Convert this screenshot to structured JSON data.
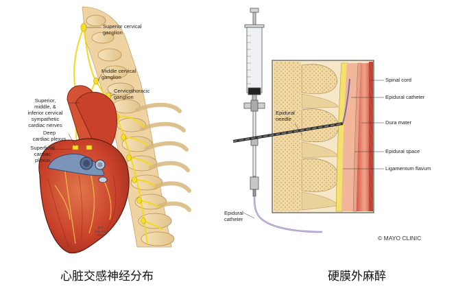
{
  "left_panel": {
    "labels": {
      "superior_cervical_ganglion": "Superior cervical\nganglion",
      "middle_cervical_ganglion": "Middle cervical\nganglion",
      "cervicothoracic_ganglion": "Cervicothoracic\nganglion",
      "sympathetic_cardiac_nerves": "Superior,\nmiddle, &\ninferior cervical\nsympathetic\ncardiac nerves",
      "deep_cardiac_plexus": "Deep\ncardiac plexus",
      "superficial_cardiac_plexus": "Superficial\ncardiac\nplexus"
    },
    "signature": "D.F.\n©MAYO\n2009",
    "caption": "心脏交感神经分布"
  },
  "right_panel": {
    "labels": {
      "epidural_needle": "Epidural\nneedle",
      "spinal_cord": "Spinal cord",
      "epidural_catheter": "Epidural catheter",
      "dura_mater": "Dura mater",
      "epidural_space": "Epidural space",
      "ligamentum_flavum": "Ligamentum flavum",
      "epidural_catheter_tube": "Epidural\ncatheter"
    },
    "credit": "© MAYO CLINIC",
    "caption": "硬膜外麻醉"
  },
  "colors": {
    "nerve_yellow": "#f2d81e",
    "bone": "#f1d9a6",
    "heart_red": "#c9412a",
    "muscle_red": "#c7453a",
    "aorta_blue": "#7b95b8",
    "outline": "#2b2b2b"
  }
}
